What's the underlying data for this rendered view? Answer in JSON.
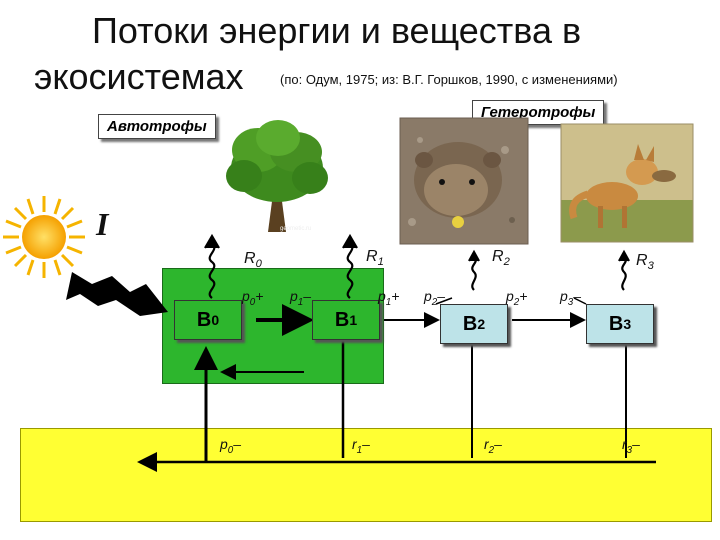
{
  "title_line1": "Потоки энергии и вещества в",
  "title_line2": "экосистемах",
  "subtitle": "(по: Одум, 1975; из: В.Г. Горшков, 1990, с изменениями)",
  "autotroph_label": "Автотрофы",
  "heterotroph_label": "Гетеротрофы",
  "sun_symbol": "I",
  "tree_caption": "geometic.ru",
  "nodes": [
    {
      "base": "B",
      "sub": "0"
    },
    {
      "base": "B",
      "sub": "1"
    },
    {
      "base": "B",
      "sub": "2"
    },
    {
      "base": "B",
      "sub": "3"
    }
  ],
  "respiration": [
    {
      "base": "R",
      "sub": "0"
    },
    {
      "base": "R",
      "sub": "1"
    },
    {
      "base": "R",
      "sub": "2"
    },
    {
      "base": "R",
      "sub": "3"
    }
  ],
  "flow_labels": [
    {
      "base": "p",
      "sub": "0",
      "sign": "+"
    },
    {
      "base": "p",
      "sub": "1",
      "sign": "–"
    },
    {
      "base": "p",
      "sub": "1",
      "sign": "+"
    },
    {
      "base": "p",
      "sub": "2",
      "sign": "–"
    },
    {
      "base": "p",
      "sub": "2",
      "sign": "+"
    },
    {
      "base": "p",
      "sub": "3",
      "sign": "–"
    }
  ],
  "bottom_labels": [
    {
      "base": "p",
      "sub": "0",
      "sign": "–"
    },
    {
      "base": "r",
      "sub": "1",
      "sign": "–"
    },
    {
      "base": "r",
      "sub": "2",
      "sign": "–"
    },
    {
      "base": "r",
      "sub": "3",
      "sign": "–"
    }
  ],
  "colors": {
    "autotroph_area": "#2db62d",
    "decomposer_area": "#ffff33",
    "heterotroph_node": "#bde3e8",
    "sun": "#f5b400"
  }
}
